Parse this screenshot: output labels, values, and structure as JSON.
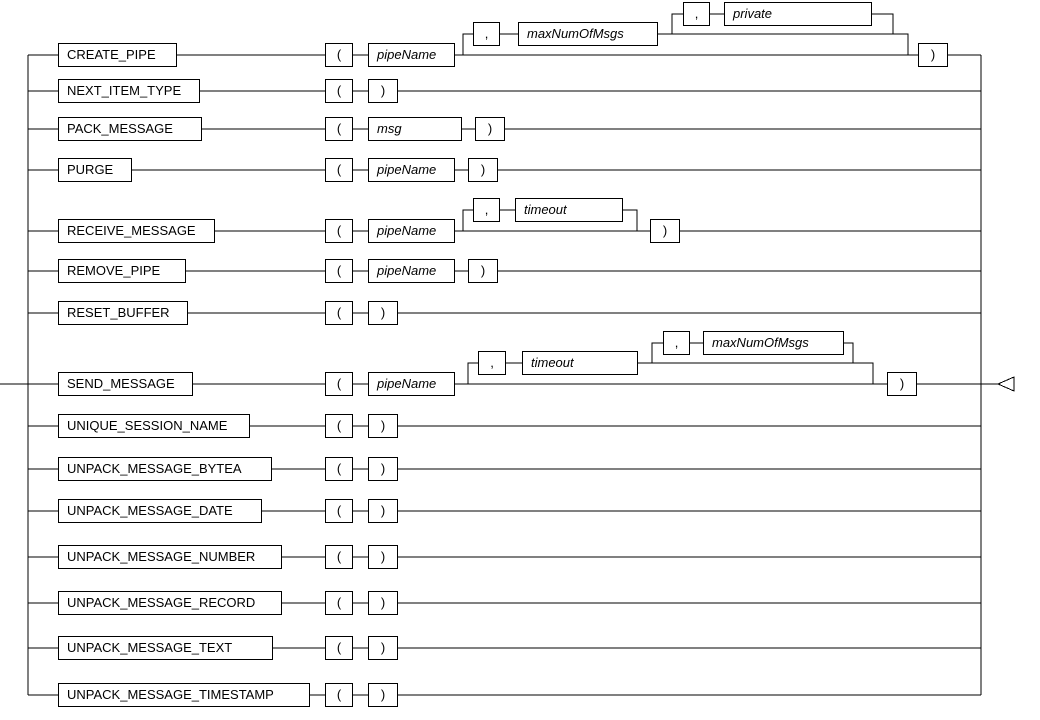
{
  "diagram_type": "railroad-syntax-diagram",
  "functions": [
    {
      "name": "CREATE_PIPE",
      "syntax": "( pipeName [ , maxNumOfMsgs [ , private ] ] )"
    },
    {
      "name": "NEXT_ITEM_TYPE",
      "syntax": "( )"
    },
    {
      "name": "PACK_MESSAGE",
      "syntax": "( msg )"
    },
    {
      "name": "PURGE",
      "syntax": "( pipeName )"
    },
    {
      "name": "RECEIVE_MESSAGE",
      "syntax": "( pipeName [ , timeout ] )"
    },
    {
      "name": "REMOVE_PIPE",
      "syntax": "( pipeName )"
    },
    {
      "name": "RESET_BUFFER",
      "syntax": "( )"
    },
    {
      "name": "SEND_MESSAGE",
      "syntax": "( pipeName [ , timeout [ , maxNumOfMsgs ] ] )"
    },
    {
      "name": "UNIQUE_SESSION_NAME",
      "syntax": "( )"
    },
    {
      "name": "UNPACK_MESSAGE_BYTEA",
      "syntax": "( )"
    },
    {
      "name": "UNPACK_MESSAGE_DATE",
      "syntax": "( )"
    },
    {
      "name": "UNPACK_MESSAGE_NUMBER",
      "syntax": "( )"
    },
    {
      "name": "UNPACK_MESSAGE_RECORD",
      "syntax": "( )"
    },
    {
      "name": "UNPACK_MESSAGE_TEXT",
      "syntax": "( )"
    },
    {
      "name": "UNPACK_MESSAGE_TIMESTAMP",
      "syntax": "( )"
    }
  ],
  "params": {
    "pipeName": "pipeName",
    "msg": "msg",
    "timeout": "timeout",
    "maxNumOfMsgs": "maxNumOfMsgs",
    "private": "private"
  },
  "tokens": {
    "open_paren": "(",
    "close_paren": ")",
    "comma": ","
  },
  "colors": {
    "line": "#000000",
    "box_border": "#000000",
    "box_fill": "#ffffff",
    "text": "#000000",
    "background": "#ffffff"
  }
}
